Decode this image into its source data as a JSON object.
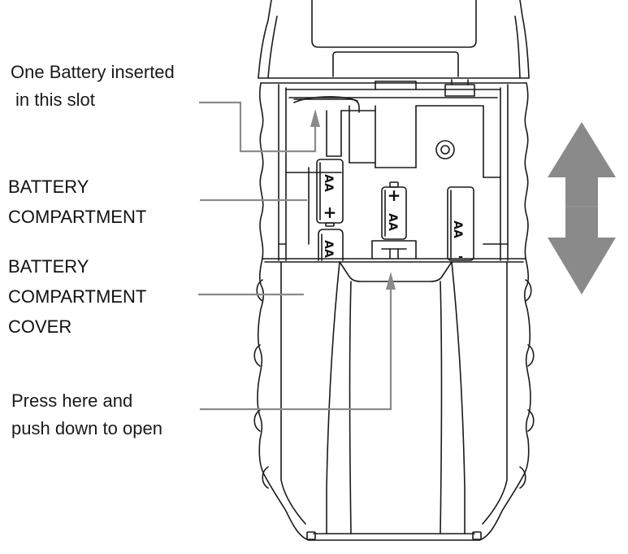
{
  "labels": {
    "battery_inserted_line1": "One Battery inserted",
    "battery_inserted_line2": "in this slot",
    "compartment_line1": "BATTERY",
    "compartment_line2": "COMPARTMENT",
    "cover_line1": "BATTERY",
    "cover_line2": "COMPARTMENT",
    "cover_line3": "COVER",
    "press_line1": "Press here and",
    "press_line2": "push down to open"
  },
  "battery_marks": {
    "aa": "AA",
    "plus": "+",
    "minus": "-"
  },
  "colors": {
    "line": "#1a1a1a",
    "leader": "#8c8c8c",
    "arrow": "#8a8a8a",
    "text": "#1a1a1a"
  },
  "icons": [
    "double-arrow-icon",
    "up-arrow-icon"
  ]
}
